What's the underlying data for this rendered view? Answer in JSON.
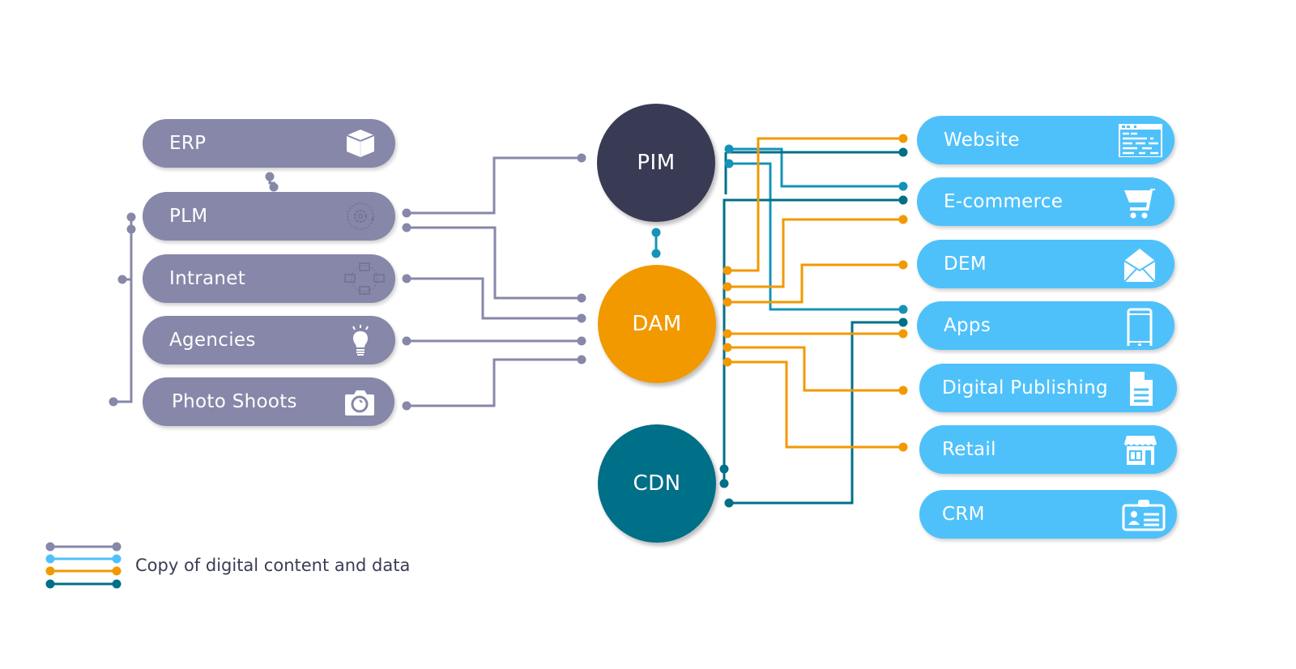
{
  "colors": {
    "source_pill": "#8787a9",
    "destination_pill": "#4fc1fa",
    "pim": "#393b55",
    "dam": "#f29900",
    "cdn": "#006f88",
    "wire_gray": "#8787a9",
    "wire_light_blue": "#4fc1fa",
    "wire_blue": "#1493b8",
    "wire_orange": "#f29900",
    "wire_teal": "#006f88"
  },
  "sources": [
    {
      "label": "ERP",
      "icon": "cube-icon"
    },
    {
      "label": "PLM",
      "icon": "gear-cycle-icon"
    },
    {
      "label": "Intranet",
      "icon": "network-computers-icon"
    },
    {
      "label": "Agencies",
      "icon": "lightbulb-icon"
    },
    {
      "label": "Photo Shoots",
      "icon": "camera-icon"
    }
  ],
  "hubs": [
    {
      "label": "PIM"
    },
    {
      "label": "DAM"
    },
    {
      "label": "CDN"
    }
  ],
  "destinations": [
    {
      "label": "Website",
      "icon": "webpage-icon"
    },
    {
      "label": "E-commerce",
      "icon": "shopping-cart-icon"
    },
    {
      "label": "DEM",
      "icon": "envelope-icon"
    },
    {
      "label": "Apps",
      "icon": "smartphone-icon"
    },
    {
      "label": "Digital Publishing",
      "icon": "document-icon"
    },
    {
      "label": "Retail",
      "icon": "storefront-icon"
    },
    {
      "label": "CRM",
      "icon": "id-card-icon"
    }
  ],
  "legend": {
    "label": "Copy of digital content and data",
    "swatches": [
      "gray",
      "light-blue",
      "orange",
      "teal"
    ]
  }
}
